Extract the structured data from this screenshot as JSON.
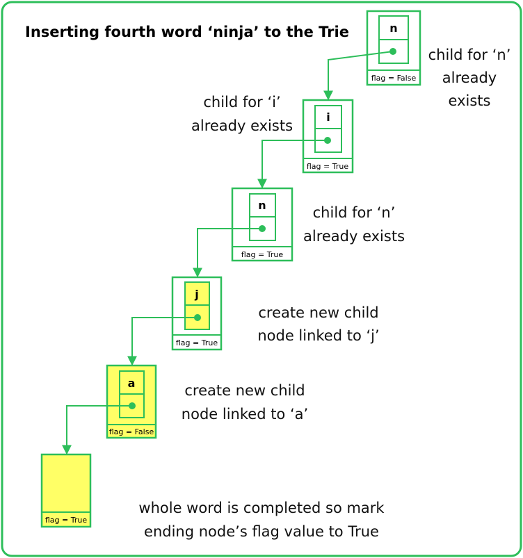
{
  "title": "Inserting fourth word ‘ninja’ to the Trie",
  "nodes": [
    {
      "letter": "n",
      "flag": "flag = False",
      "highlight": false
    },
    {
      "letter": "i",
      "flag": "flag = True",
      "highlight": false
    },
    {
      "letter": "n",
      "flag": "flag = True",
      "highlight": false
    },
    {
      "letter": "j",
      "flag": "flag = True",
      "highlight": true
    },
    {
      "letter": "a",
      "flag": "flag = False",
      "highlight": true
    },
    {
      "letter": "",
      "flag": "flag = True",
      "highlight": true
    }
  ],
  "annotations": {
    "n1": [
      "child for ‘n’",
      "already",
      "exists"
    ],
    "i": [
      "child for ‘i’",
      "already exists"
    ],
    "n2": [
      "child for ‘n’",
      "already exists"
    ],
    "j": [
      "create new child",
      "node linked to ‘j’"
    ],
    "a": [
      "create new child",
      "node linked to ‘a’"
    ],
    "end": [
      "whole word is completed so mark",
      "ending node’s flag value to True"
    ]
  },
  "colors": {
    "border": "#2dbe5a",
    "highlight": "#ffff66",
    "background": "#ffffff"
  }
}
